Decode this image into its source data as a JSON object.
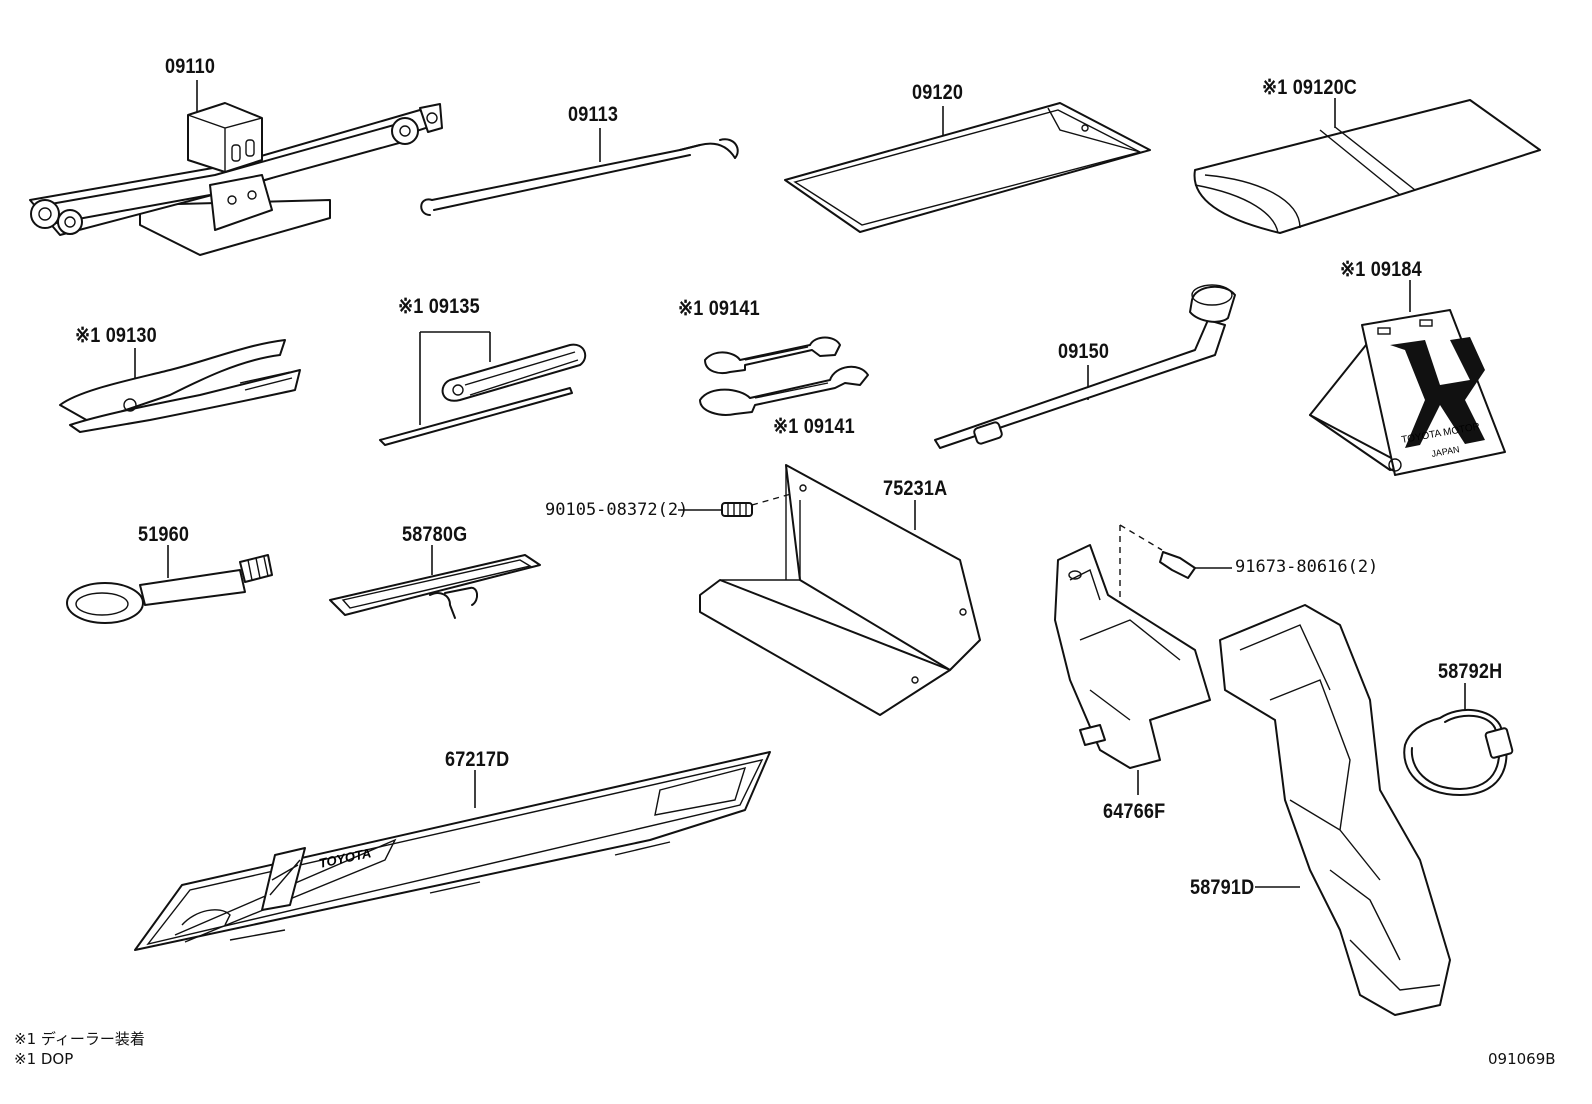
{
  "parts": {
    "p09110": "09110",
    "p09113": "09113",
    "p09120": "09120",
    "p09120c": "※1 09120C",
    "p09130": "※1 09130",
    "p09135": "※1 09135",
    "p09141_top": "※1 09141",
    "p09141_bottom": "※1 09141",
    "p09150": "09150",
    "p09184": "※1 09184",
    "p51960": "51960",
    "p58780g": "58780G",
    "p90105": "90105-08372(2)",
    "p75231a": "75231A",
    "p91673": "91673-80616(2)",
    "p64766f": "64766F",
    "p58792h": "58792H",
    "p67217d": "67217D",
    "p58791d": "58791D"
  },
  "chock_text": [
    "TOYOTA MOTOR",
    "JAPAN"
  ],
  "tray_text": "TOYOTA",
  "notes": [
    "※1 ディーラー装着",
    "※1 DOP"
  ],
  "diagram_code": "091069B"
}
